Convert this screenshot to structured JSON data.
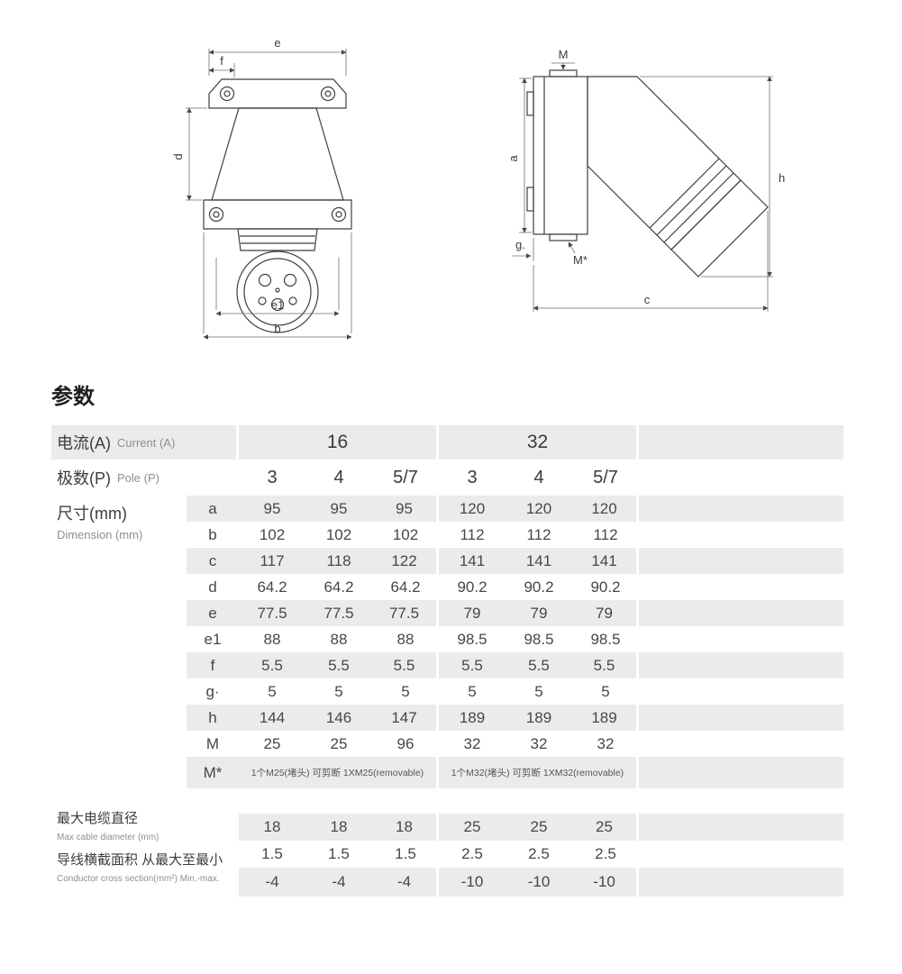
{
  "page": {
    "section_title": "参数"
  },
  "drawings": {
    "front": {
      "e": "e",
      "f": "f",
      "d": "d",
      "e1": "e1",
      "b": "b"
    },
    "side": {
      "m": "M",
      "a": "a",
      "g": "g.",
      "m_star": "M*",
      "h": "h",
      "c": "c"
    }
  },
  "table": {
    "current_row": {
      "label_zh": "电流(A)",
      "label_en": "Current (A)",
      "group_16": "16",
      "group_32": "32"
    },
    "pole_row": {
      "label_zh": "极数(P)",
      "label_en": "Pole (P)",
      "values": [
        "3",
        "4",
        "5/7",
        "3",
        "4",
        "5/7"
      ]
    },
    "dimension_label_zh": "尺寸(mm)",
    "dimension_label_en": "Dimension (mm)",
    "dimension_rows": [
      {
        "key": "a",
        "values": [
          "95",
          "95",
          "95",
          "120",
          "120",
          "120"
        ]
      },
      {
        "key": "b",
        "values": [
          "102",
          "102",
          "102",
          "112",
          "112",
          "112"
        ]
      },
      {
        "key": "c",
        "values": [
          "117",
          "118",
          "122",
          "141",
          "141",
          "141"
        ]
      },
      {
        "key": "d",
        "values": [
          "64.2",
          "64.2",
          "64.2",
          "90.2",
          "90.2",
          "90.2"
        ]
      },
      {
        "key": "e",
        "values": [
          "77.5",
          "77.5",
          "77.5",
          "79",
          "79",
          "79"
        ]
      },
      {
        "key": "e1",
        "values": [
          "88",
          "88",
          "88",
          "98.5",
          "98.5",
          "98.5"
        ]
      },
      {
        "key": "f",
        "values": [
          "5.5",
          "5.5",
          "5.5",
          "5.5",
          "5.5",
          "5.5"
        ]
      },
      {
        "key": "g·",
        "values": [
          "5",
          "5",
          "5",
          "5",
          "5",
          "5"
        ]
      },
      {
        "key": "h",
        "values": [
          "144",
          "146",
          "147",
          "189",
          "189",
          "189"
        ]
      },
      {
        "key": "M",
        "values": [
          "25",
          "25",
          "96",
          "32",
          "32",
          "32"
        ]
      }
    ],
    "m_star_row": {
      "key": "M*",
      "left": "1个M25(堵头) 可剪断 1XM25(removable)",
      "right": "1个M32(堵头) 可剪断 1XM32(removable)"
    },
    "max_cable_row": {
      "label_zh": "最大电缆直径",
      "label_en": "Max cable diameter (mm)",
      "values": [
        "18",
        "18",
        "18",
        "25",
        "25",
        "25"
      ]
    },
    "conductor_row": {
      "label_zh": "导线横截面积 从最大至最小",
      "label_en": "Conductor cross section(mm²) Min.-max.",
      "values_top": [
        "1.5",
        "1.5",
        "1.5",
        "2.5",
        "2.5",
        "2.5"
      ],
      "values_bottom": [
        "-4",
        "-4",
        "-4",
        "-10",
        "-10",
        "-10"
      ]
    }
  }
}
